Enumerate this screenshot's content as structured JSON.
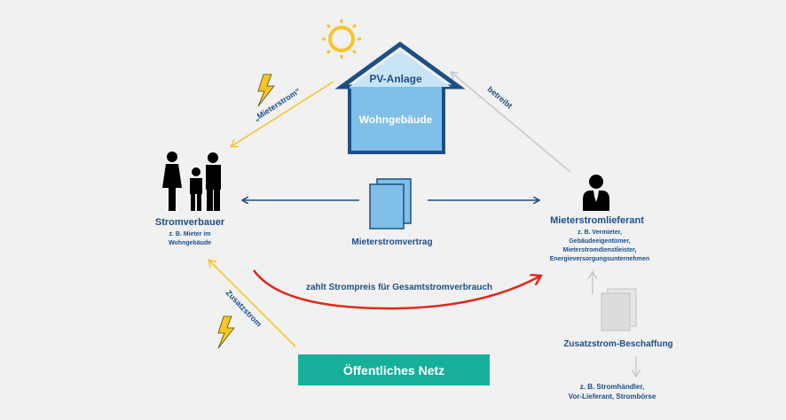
{
  "house": {
    "top_label": "PV-Anlage",
    "bottom_label": "Wohngebäude"
  },
  "left_party": {
    "title": "Stromverbauer",
    "subtitle_lines": [
      "z. B. Mieter im",
      "Wohngebäude"
    ]
  },
  "right_party": {
    "title": "Mieterstromlieferant",
    "subtitle_lines": [
      "z. B. Vermieter,",
      "Gebäudeeigentümer,",
      "Mieterstromdienstleister,",
      "Energieversorgungsunternehmen"
    ]
  },
  "contract": {
    "label": "Mieterstromvertrag"
  },
  "payment": {
    "label": "zahlt Strompreis für Gesamtstromverbrauch"
  },
  "arrows": {
    "mieterstrom": "„Mieterstrom“",
    "betreibt": "betreibt",
    "zusatzstrom": "Zusatzstrom"
  },
  "grid": {
    "label": "Öffentliches Netz"
  },
  "procurement": {
    "title": "Zusatzstrom-Beschaffung",
    "sources_lines": [
      "z. B. Stromhändler,",
      "Vor-Lieferant, Strombörse"
    ]
  },
  "colors": {
    "navy": "#1d4f86",
    "house_blue": "#7fbfe8",
    "house_light": "#c9e5f5",
    "yellow": "#f5c52a",
    "red": "#e0271b",
    "grey": "#c8c8c8",
    "teal": "#16b09a"
  }
}
